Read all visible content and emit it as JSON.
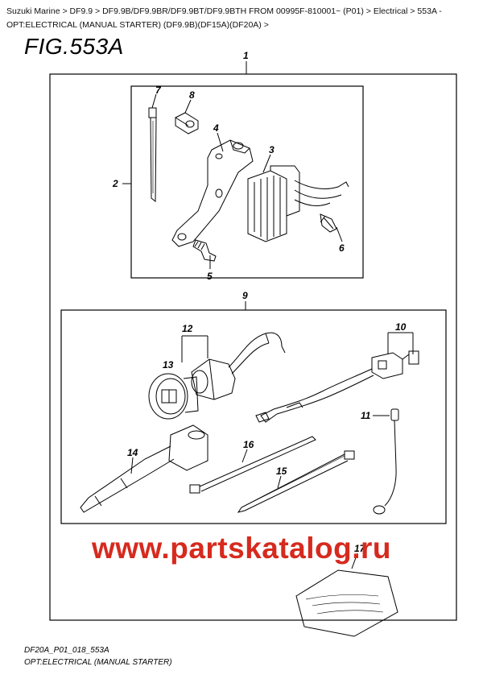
{
  "breadcrumb": {
    "items": [
      "Suzuki Marine",
      "DF9.9",
      "DF9.9B/DF9.9BR/DF9.9BT/DF9.9BTH FROM 00995F-810001~ (P01)",
      "Electrical",
      "553A - OPT:ELECTRICAL (MANUAL STARTER) (DF9.9B)(DF15A)(DF20A)"
    ],
    "separator": ">"
  },
  "figure": {
    "title": "FIG.553A",
    "callouts": {
      "c1": "1",
      "c2": "2",
      "c3": "3",
      "c4": "4",
      "c5": "5",
      "c6": "6",
      "c7": "7",
      "c8": "8",
      "c9": "9",
      "c10": "10",
      "c11": "11",
      "c12": "12",
      "c13": "13",
      "c14": "14",
      "c15": "15",
      "c16": "16",
      "c17": "17"
    },
    "watermark": "www.partskatalog.ru",
    "footer_code": "DF20A_P01_018_553A",
    "footer_caption": "OPT:ELECTRICAL (MANUAL STARTER)"
  },
  "colors": {
    "line": "#000000",
    "watermark": "#d62a1e",
    "background": "#ffffff"
  }
}
